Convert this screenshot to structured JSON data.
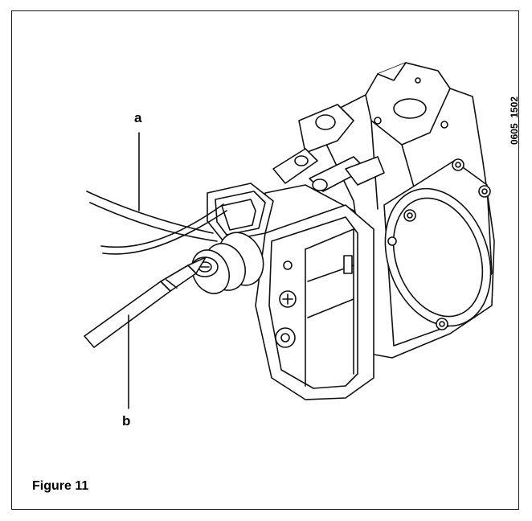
{
  "figure": {
    "caption": "Figure 11",
    "drawing_code": "0605_1502",
    "callouts": {
      "a": "a",
      "b": "b"
    }
  }
}
